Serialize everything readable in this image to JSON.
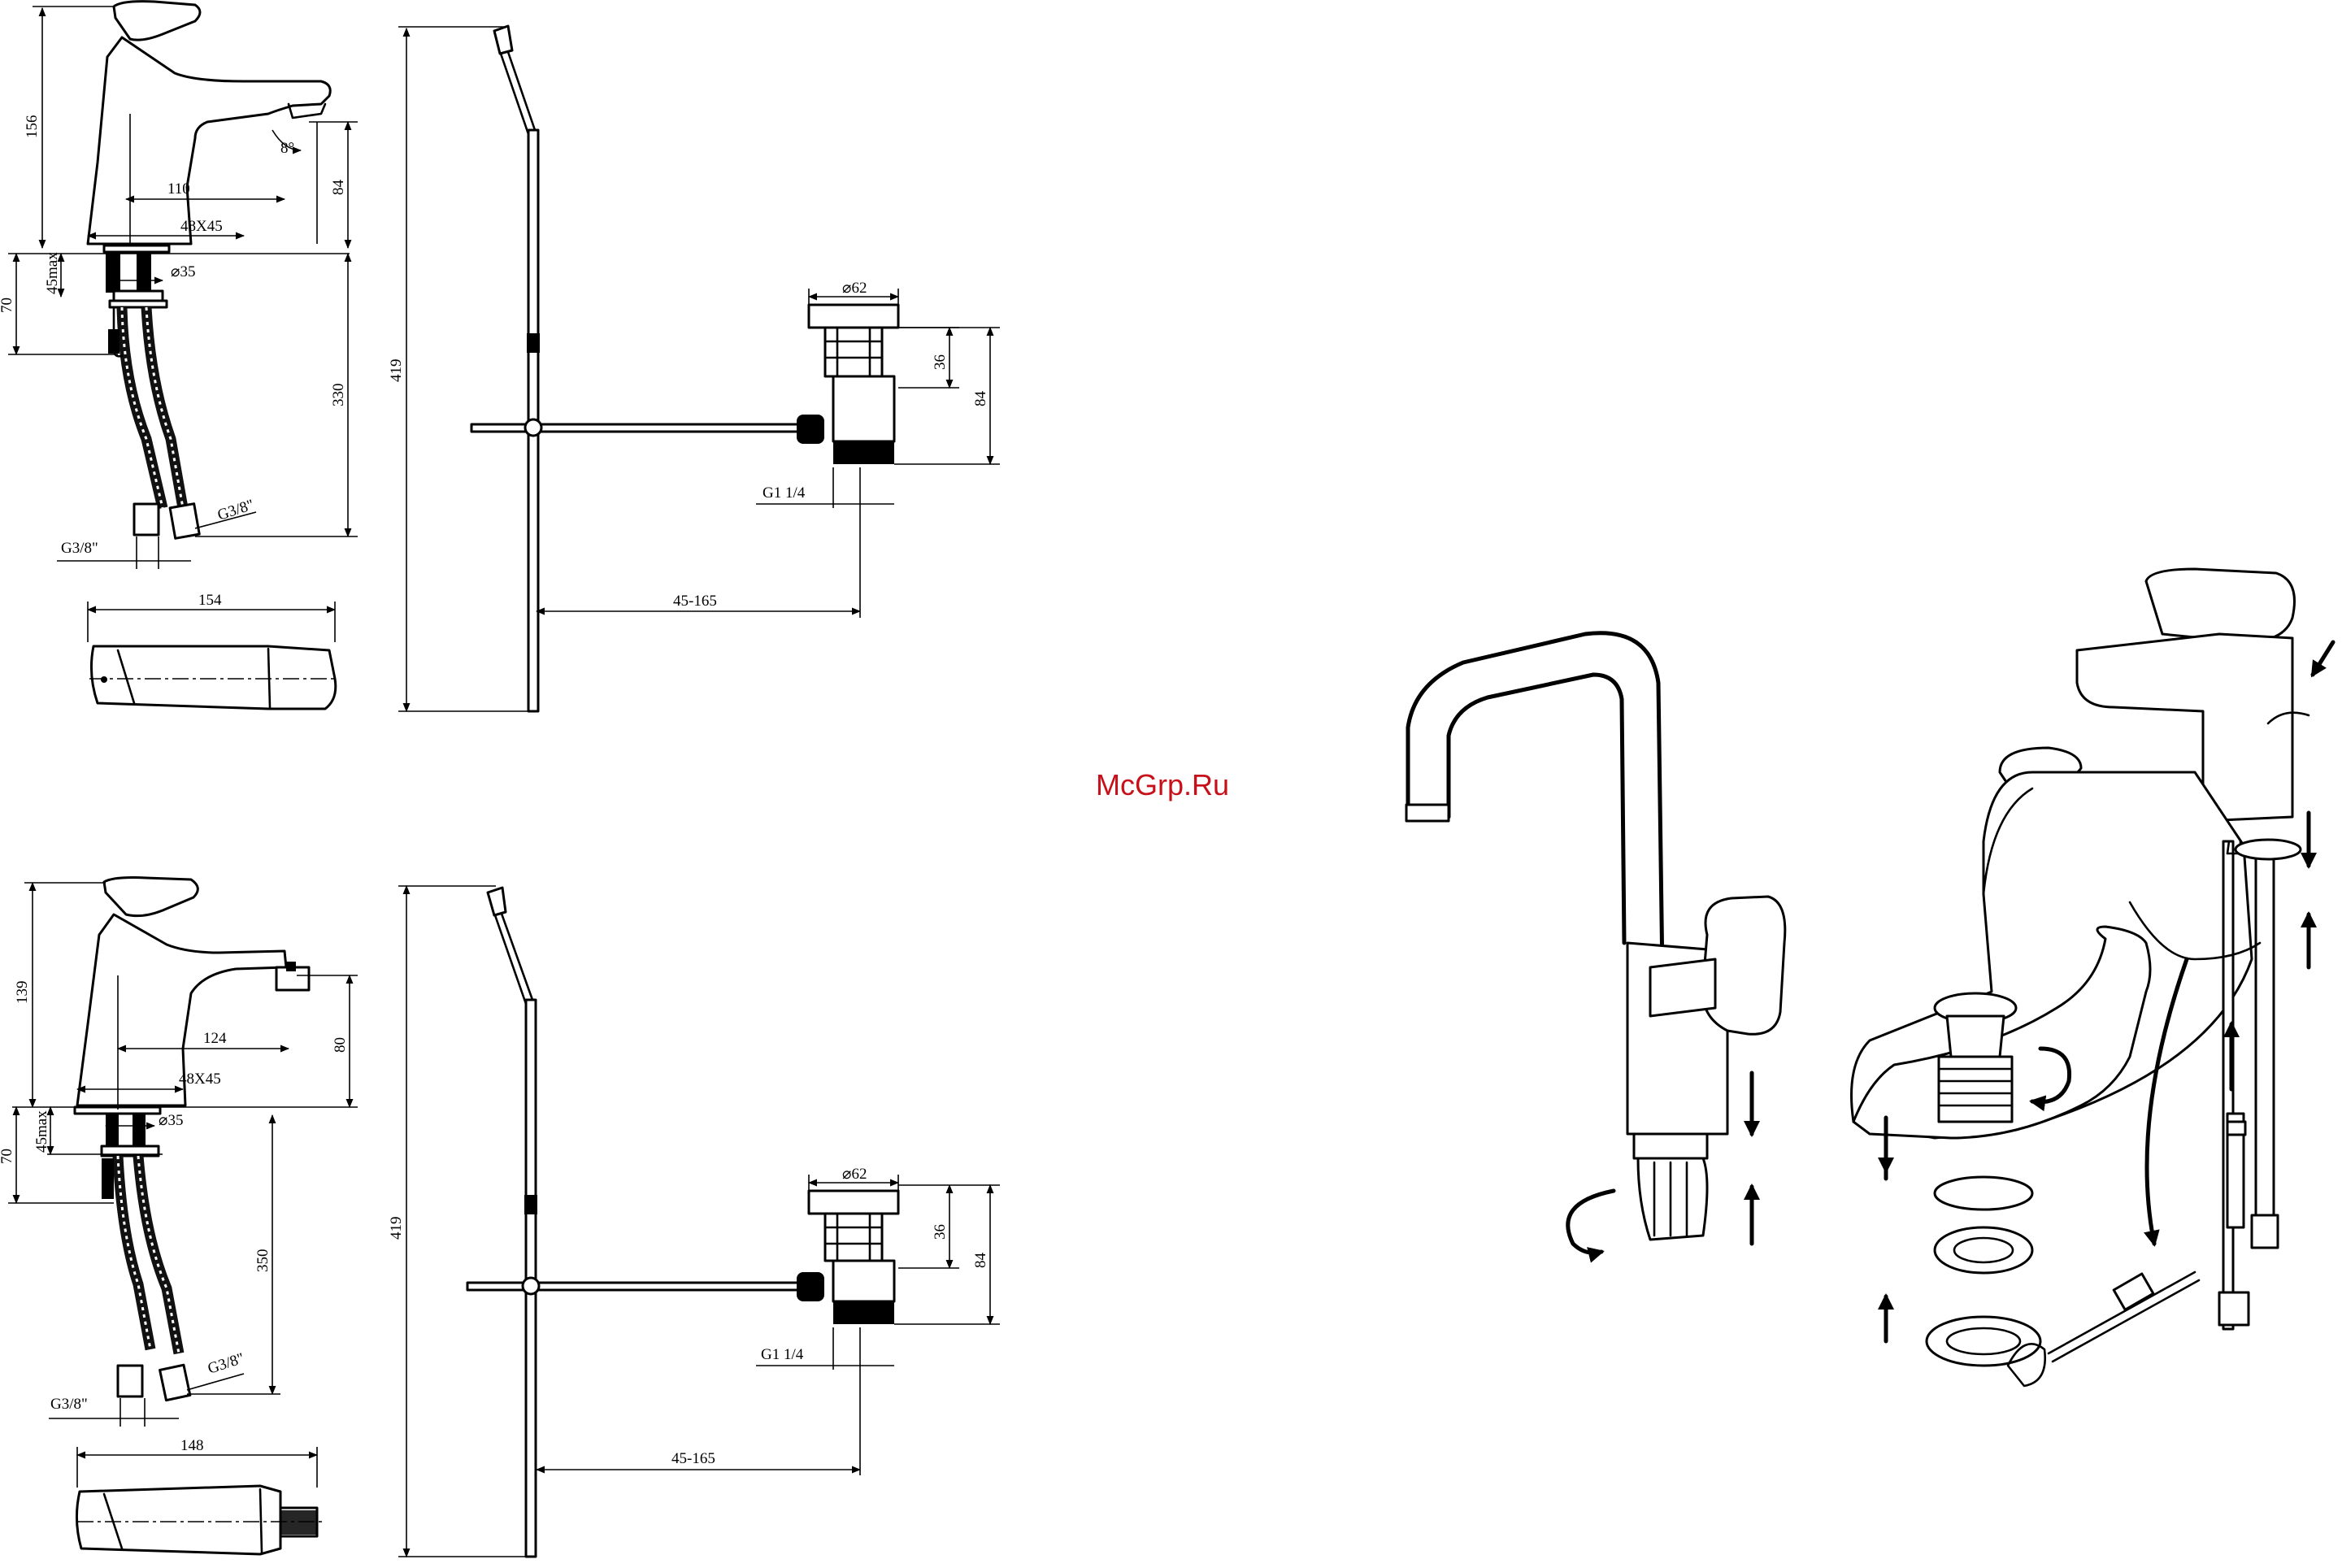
{
  "watermark": "McGrp.Ru",
  "top_drawing": {
    "dims": {
      "height_total": "156",
      "spout_reach": "110",
      "spout_height": "84",
      "base": "48X45",
      "angle": "8°",
      "max_deck": "45max",
      "hole": "⌀35",
      "below_deck": "70",
      "hose_len": "330",
      "hose_thread_a": "G3/8\"",
      "hose_thread_b": "G3/8\"",
      "top_len": "154",
      "rod_len": "419",
      "waste_dia": "⌀62",
      "waste_top": "36",
      "waste_height": "84",
      "waste_thread": "G1 1/4",
      "rod_range": "45-165"
    }
  },
  "bottom_drawing": {
    "dims": {
      "height_total": "139",
      "spout_reach": "124",
      "spout_height": "80",
      "base": "48X45",
      "max_deck": "45max",
      "hole": "⌀35",
      "below_deck": "70",
      "hose_len": "350",
      "hose_thread_a": "G3/8\"",
      "hose_thread_b": "G3/8\"",
      "top_len": "148",
      "rod_len": "419",
      "waste_dia": "⌀62",
      "waste_top": "36",
      "waste_height": "84",
      "waste_thread": "G1 1/4",
      "rod_range": "45-165"
    }
  }
}
